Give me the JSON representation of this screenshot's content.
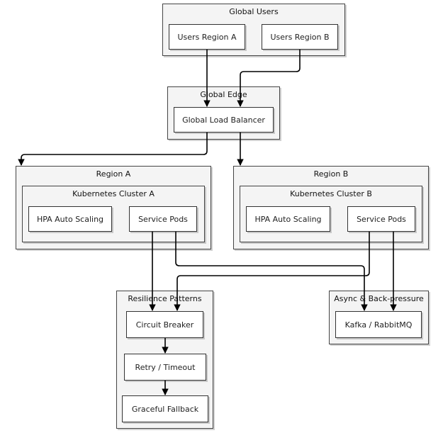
{
  "groups": {
    "global_users": "Global Users",
    "global_edge": "Global Edge",
    "region_a": "Region A",
    "cluster_a": "Kubernetes Cluster A",
    "region_b": "Region B",
    "cluster_b": "Kubernetes Cluster B",
    "resilience": "Resilience Patterns",
    "async": "Async & Back-pressure"
  },
  "nodes": {
    "users_a": "Users Region A",
    "users_b": "Users Region B",
    "glb": "Global Load Balancer",
    "hpa_a": "HPA Auto Scaling",
    "pods_a": "Service Pods",
    "hpa_b": "HPA Auto Scaling",
    "pods_b": "Service Pods",
    "circuit": "Circuit Breaker",
    "retry": "Retry / Timeout",
    "fallback": "Graceful Fallback",
    "kafka": "Kafka / RabbitMQ"
  },
  "colors": {
    "edge": "#000000",
    "border": "#444444",
    "group_fill": "#f4f4f4",
    "node_fill": "#ffffff"
  }
}
